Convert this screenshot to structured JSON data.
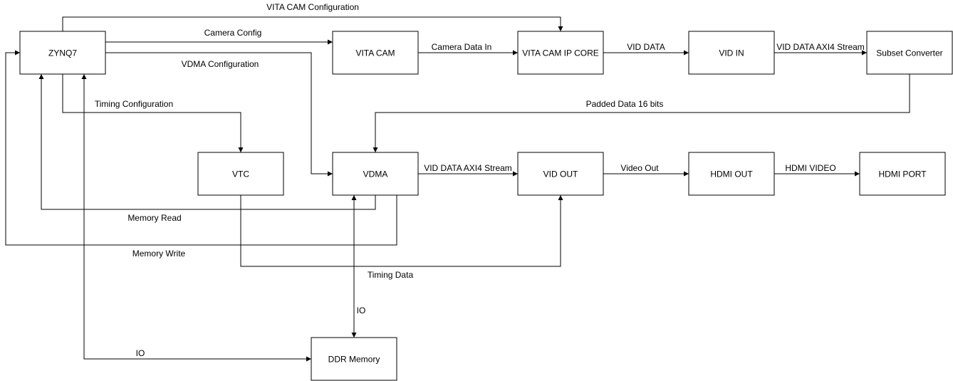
{
  "blocks": {
    "zynq": "ZYNQ7",
    "vita_cam": "VITA CAM",
    "vita_core": "VITA CAM IP CORE",
    "vid_in": "VID IN",
    "subset": "Subset Converter",
    "vtc": "VTC",
    "vdma": "VDMA",
    "vid_out": "VID OUT",
    "hdmi_out": "HDMI OUT",
    "hdmi_port": "HDMI PORT",
    "ddr": "DDR Memory"
  },
  "labels": {
    "vita_cam_config": "VITA CAM Configuration",
    "camera_config": "Camera Config",
    "camera_data_in": "Camera Data In",
    "vid_data": "VID DATA",
    "vid_data_axi4_top": "VID DATA AXI4 Stream",
    "vdma_config": "VDMA Configuration",
    "timing_config": "Timing Configuration",
    "padded_data": "Padded Data 16 bits",
    "vid_data_axi4_mid": "VID DATA AXI4 Stream",
    "video_out": "Video Out",
    "hdmi_video": "HDMI VIDEO",
    "memory_read": "Memory Read",
    "memory_write": "Memory Write",
    "timing_data": "Timing Data",
    "io_vertical": "IO",
    "io_bottom": "IO"
  }
}
